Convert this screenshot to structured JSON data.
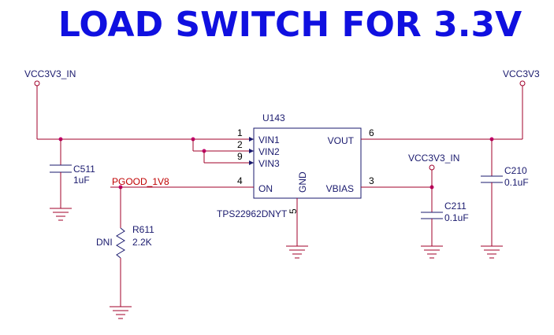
{
  "title": "LOAD SWITCH FOR 3.3V",
  "colors": {
    "title": "#1010e0",
    "wire": "#a0002a",
    "component": "#1a1a6e",
    "net_label": "#c00000",
    "junction": "#c0006a"
  },
  "ports": {
    "vcc_in_left": "VCC3V3_IN",
    "vcc_out_right": "VCC3V3",
    "vcc_in_mid": "VCC3V3_IN"
  },
  "ic": {
    "refdes": "U143",
    "part": "TPS22962DNYT",
    "pins": {
      "vin1": {
        "name": "VIN1",
        "num": "1"
      },
      "vin2": {
        "name": "VIN2",
        "num": "2"
      },
      "vin3": {
        "name": "VIN3",
        "num": "9"
      },
      "on": {
        "name": "ON",
        "num": "4"
      },
      "vout": {
        "name": "VOUT",
        "num": "6"
      },
      "vbias": {
        "name": "VBIAS",
        "num": "3"
      },
      "gnd": {
        "name": "GND",
        "num": "5"
      }
    }
  },
  "net_pgood": "PGOOD_1V8",
  "capacitors": {
    "c511": {
      "ref": "C511",
      "value": "1uF"
    },
    "c211": {
      "ref": "C211",
      "value": "0.1uF"
    },
    "c210": {
      "ref": "C210",
      "value": "0.1uF"
    }
  },
  "resistor": {
    "ref": "R611",
    "value": "2.2K",
    "note": "DNI"
  }
}
